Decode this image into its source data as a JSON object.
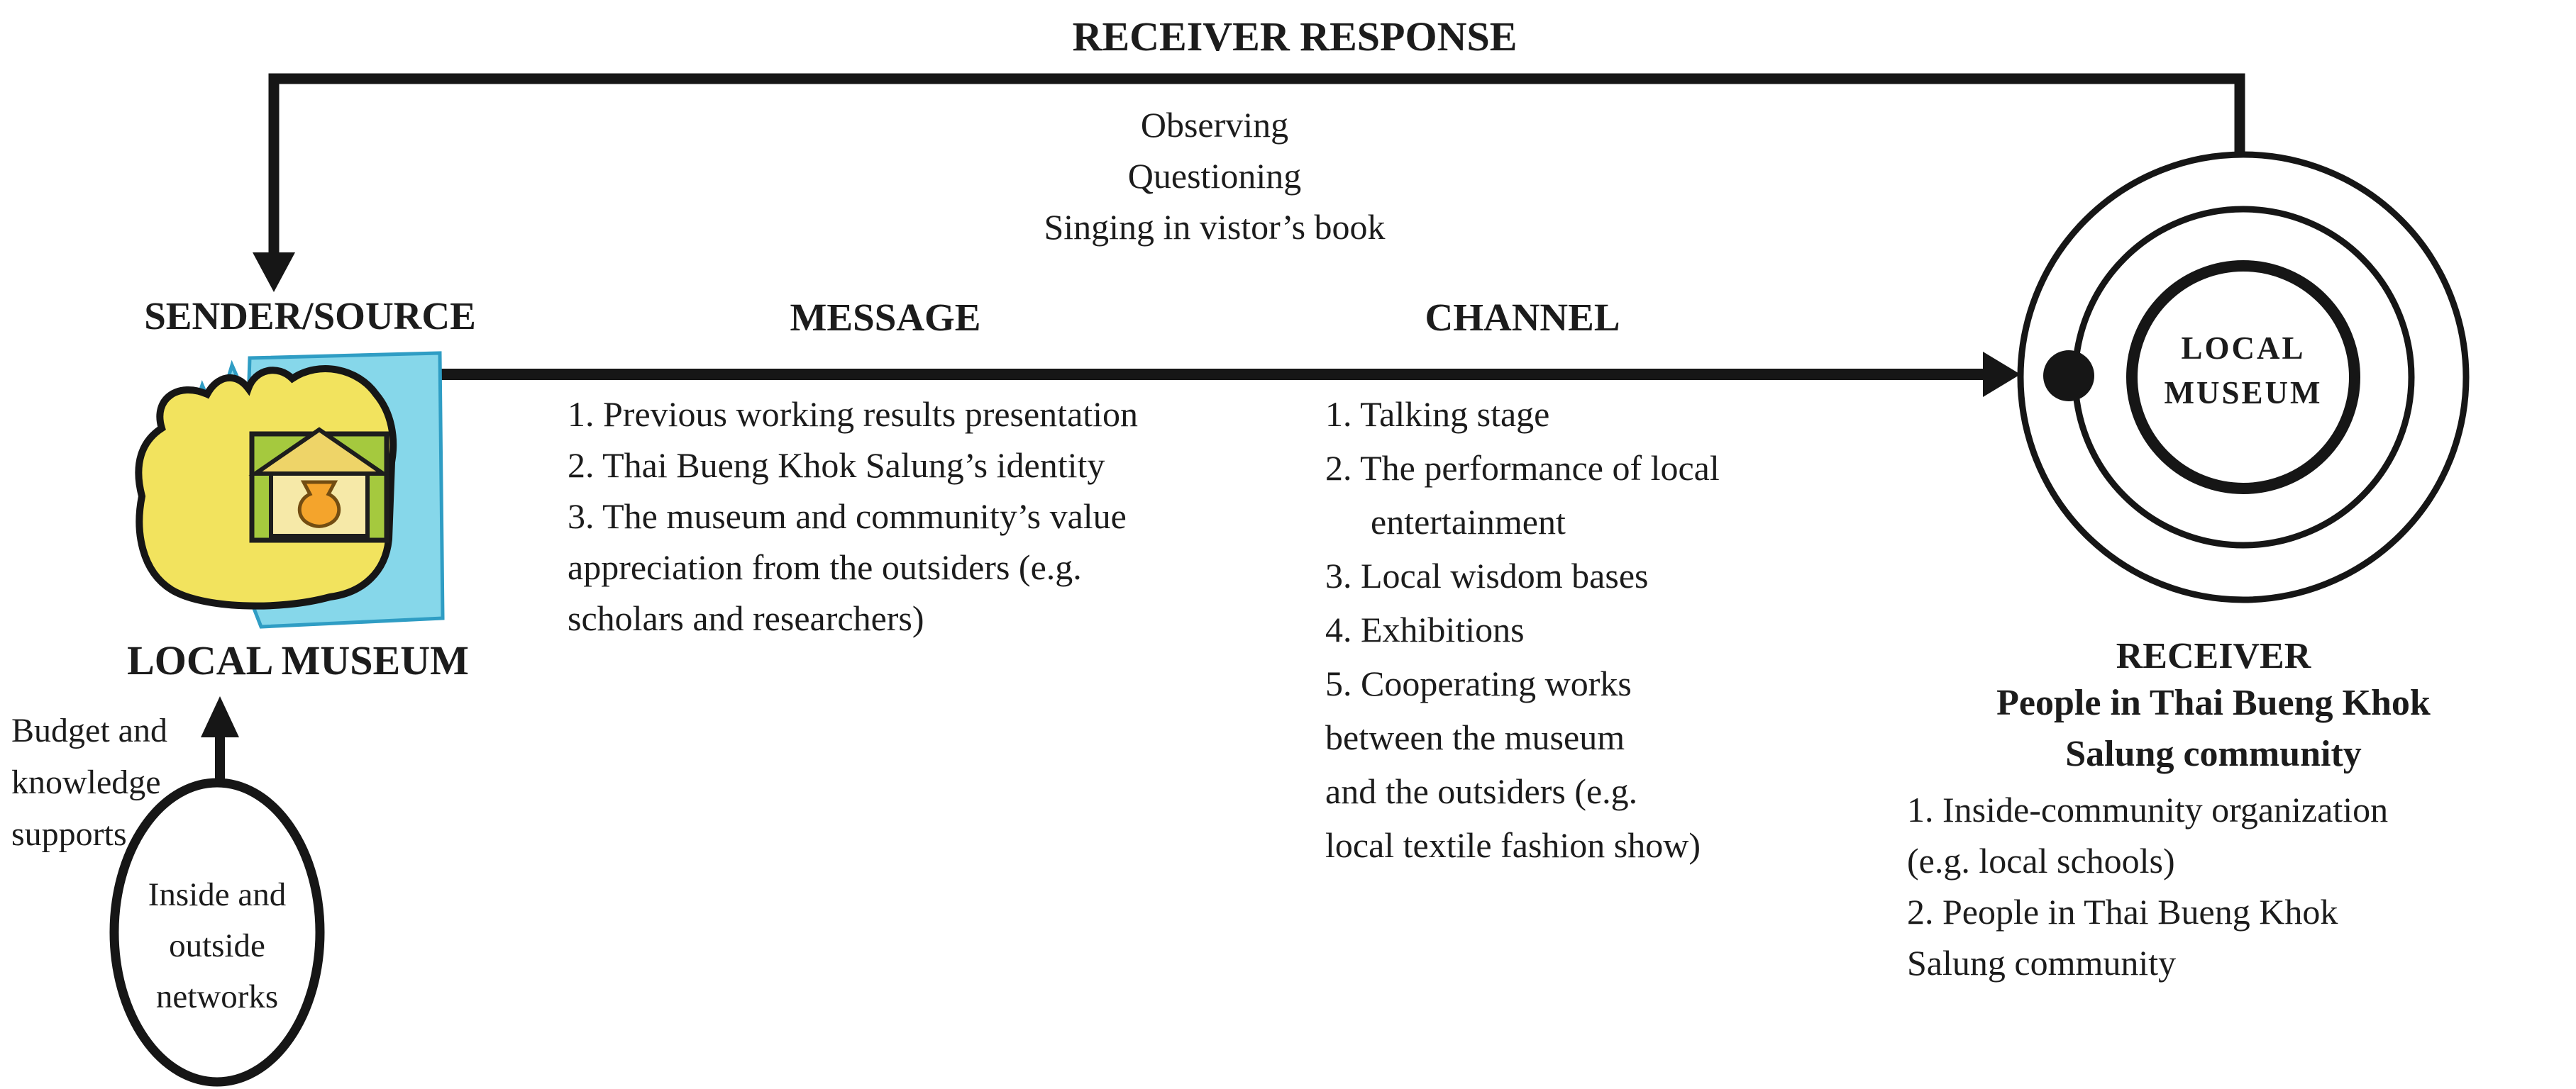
{
  "colors": {
    "line": "#161616",
    "text": "#1c1c1c",
    "logo_blue": "#86d7ea",
    "logo_blue_border": "#2f9dc4",
    "logo_yellow": "#f2e35e",
    "logo_green": "#a5c93e",
    "logo_roof": "#eed468",
    "logo_wall": "#f6e9a8",
    "logo_vase": "#f4a42c",
    "logo_vase_border": "#734d12"
  },
  "feedback": {
    "title": "RECEIVER RESPONSE",
    "responses": [
      "Observing",
      "Questioning",
      "Singing in vistor’s book"
    ]
  },
  "sender": {
    "header": "SENDER/SOURCE",
    "label": "LOCAL MUSEUM"
  },
  "message": {
    "header": "MESSAGE",
    "lines": [
      "1. Previous working results presentation",
      "2. Thai Bueng Khok Salung’s identity",
      "3. The museum and community’s value",
      "appreciation from the outsiders (e.g.",
      "scholars and researchers)"
    ]
  },
  "channel": {
    "header": "CHANNEL",
    "lines": [
      "1. Talking stage",
      "2. The performance of local",
      "entertainment",
      "3. Local wisdom bases",
      "4. Exhibitions",
      "5. Cooperating works",
      "between the museum",
      "and the outsiders (e.g.",
      "local textile fashion show)"
    ]
  },
  "receiver": {
    "circle_line1": "LOCAL",
    "circle_line2": "MUSEUM",
    "header": "RECEIVER",
    "subtitle_line1": "People in Thai Bueng Khok",
    "subtitle_line2": "Salung community",
    "lines": [
      "1. Inside-community organization",
      "(e.g. local schools)",
      "2. People in Thai Bueng Khok",
      "Salung community"
    ]
  },
  "support": {
    "lines": [
      "Budget and",
      "knowledge",
      "supports"
    ]
  },
  "networks": {
    "lines": [
      "Inside and",
      "outside",
      "networks"
    ]
  }
}
